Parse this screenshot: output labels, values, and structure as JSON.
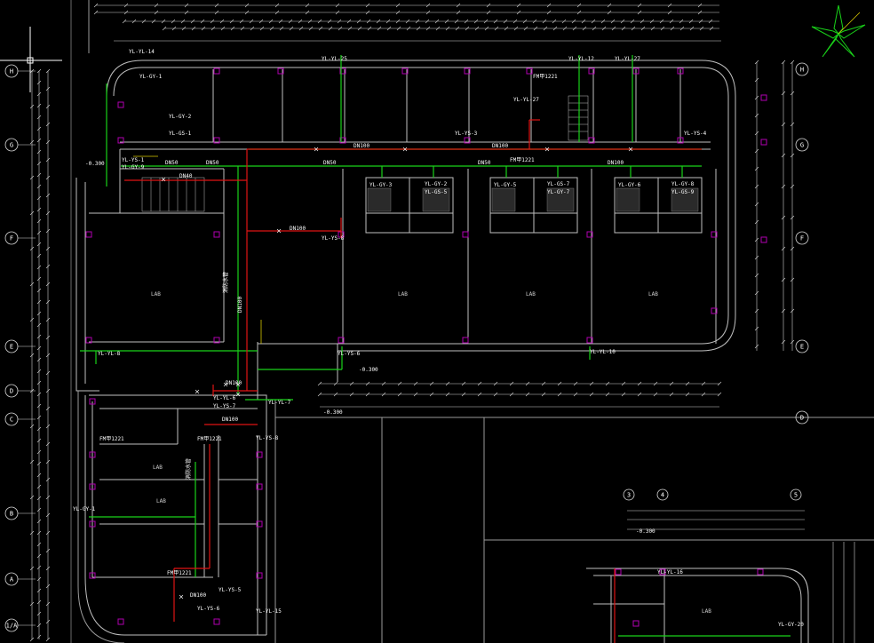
{
  "colors": {
    "background": "#000000",
    "wall": "#bfbfbf",
    "dimension": "#d8d8d8",
    "pipe_green": "#19d219",
    "pipe_red": "#e01414",
    "column": "#b000b0",
    "grid_bubble": "#d8d8d8",
    "label_text": "#ffffff",
    "cyan": "#00c8d8",
    "yellow": "#d8c800"
  },
  "pipe_sizes": {
    "dn100_a": "DN100",
    "dn100_b": "DN100",
    "dn100_c": "DN100",
    "dn50_a": "DN50",
    "dn50_b": "DN50",
    "dn50_c": "DN50",
    "dn50_d": "DN50",
    "dn40": "DN40",
    "dn100_v": "DN100",
    "dn100_low": "DN100",
    "dn100_s": "DN100",
    "dn100_e": "DN100",
    "dn100_side": "DN100"
  },
  "risers": {
    "top_left": "YL-YL-14",
    "top_center": "YL-YL-25",
    "top_right_a": "YL-YL-12",
    "top_right_b": "YL-YL-27",
    "mid_a": "YL-YL-27",
    "mid_b": "YL-YS-3",
    "right_end": "YL-YS-4",
    "left_a": "YL-YS-1",
    "left_b": "YL-GY-9",
    "left_c": "YL-GY-1",
    "left_d": "YL-GY-2",
    "left_e": "YL-GS-1",
    "corridor": "YL-YS-8",
    "col_left": "YL-YL-8",
    "south_a": "YL-YL-6",
    "south_b": "YL-YL-7",
    "south_c": "YL-YL-10",
    "south_d": "YL-YS-6",
    "south_e": "YL-YS-7",
    "south_f": "YL-YS-8",
    "west_low": "YL-GY-1",
    "bottom_a": "YL-YS-5",
    "bottom_b": "YL-YS-6",
    "bottom_c": "YL-YL-15",
    "bottom_d": "YL-YL-16",
    "bottom_e": "YL-GY-20",
    "core1_a": "YL-GY-3",
    "core1_b": "YL-GS-5",
    "core2_a": "YL-GY-5",
    "core2_b": "YL-GY-7",
    "core3_a": "YL-GY-6",
    "core3_b": "YL-GS-9",
    "core1_c": "YL-GY-2",
    "core2_c": "YL-GS-7",
    "core3_c": "YL-GY-8"
  },
  "grid_left": [
    "H",
    "G",
    "F",
    "E",
    "D",
    "C",
    "B",
    "A",
    "1/A"
  ],
  "grid_right": [
    "H",
    "G",
    "F",
    "E",
    "D"
  ],
  "grid_small": [
    "3",
    "4",
    "5"
  ],
  "room_labels": {
    "lab1": "LAB",
    "lab2": "LAB",
    "lab3": "LAB",
    "lab4": "LAB",
    "lab5": "LAB",
    "lab6": "LAB",
    "lab7": "LAB"
  },
  "annotations": {
    "elev_1": "-0.300",
    "elev_2": "-0.300",
    "elev_3": "-0.300",
    "elev_4": "-0.300",
    "fm_1": "FM甲1221",
    "fm_2": "FM甲1221",
    "fm_3": "FM甲1221",
    "fm_4": "FM甲1221",
    "fm_5": "FM甲1221",
    "fire_1": "消防水管",
    "fire_2": "消防水管"
  }
}
